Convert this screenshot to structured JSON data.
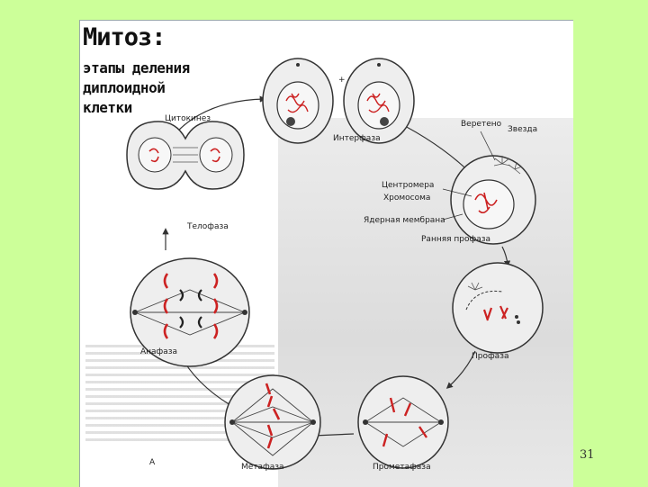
{
  "title": "Митоз:",
  "subtitle_lines": [
    "этапы деления",
    "диплоидной",
    "клетки"
  ],
  "stages": {
    "interphase": "Интерфаза",
    "early_prophase": "Ранняя профаза",
    "prophase": "Профаза",
    "prometaphase": "Прометафаза",
    "metaphase": "Метафаза",
    "anaphase": "Анафаза",
    "telophase": "Телофаза",
    "cytokinesis": "Цитокинез"
  },
  "structures": {
    "spindle": "Веретено",
    "star": "Звезда",
    "centromere": "Центромера",
    "chromosome": "Хромосома",
    "nuclear_membrane": "Ядерная мембрана"
  },
  "plus_sign": "+",
  "panel_letter": "А",
  "page_number": "31",
  "colors": {
    "background": "#ccff99",
    "chromosome": "#cc2222",
    "cell_fill": "#eeeeee",
    "outline": "#333333"
  }
}
